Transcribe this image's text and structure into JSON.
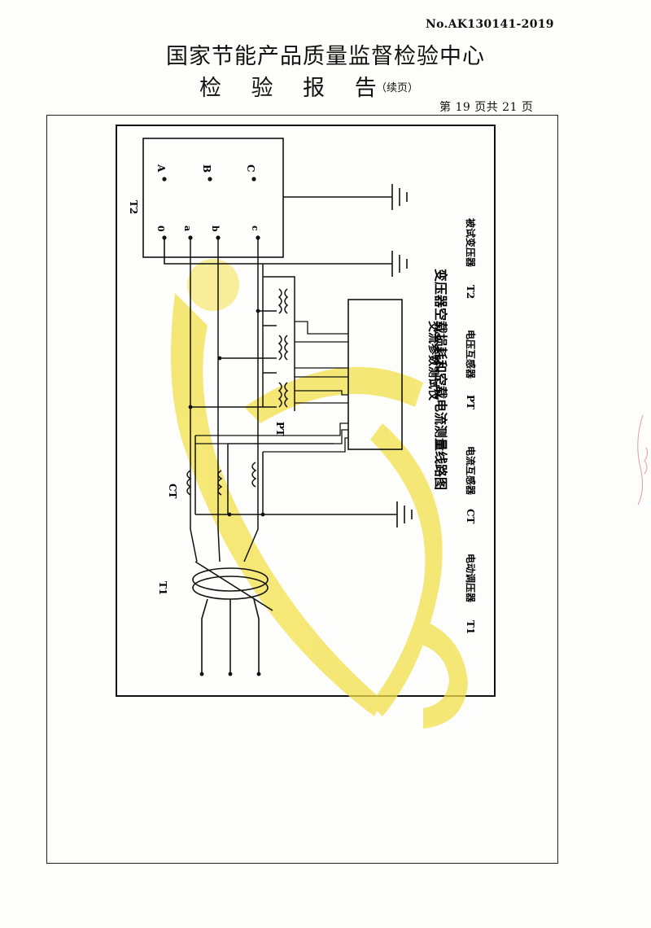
{
  "header": {
    "report_no": "No.AK130141-2019",
    "organization": "国家节能产品质量监督检验中心",
    "report_title": "检 验 报 告",
    "continued": "（续页）",
    "page_info": "第 19 页共 21 页"
  },
  "diagram": {
    "title": "变压器空载损耗和空载电流测量线路图",
    "instrument": "交流参数测试仪",
    "labels": {
      "t1": "T1",
      "t2": "T2",
      "ct": "CT",
      "pt": "PT",
      "hv_A": "A",
      "hv_B": "B",
      "hv_C": "C",
      "lv_0": "0",
      "lv_a": "a",
      "lv_b": "b",
      "lv_c": "c"
    },
    "legend": [
      {
        "code": "T1",
        "desc": "电动调压器"
      },
      {
        "code": "CT",
        "desc": "电流互感器"
      },
      {
        "code": "PT",
        "desc": "电压互感器"
      },
      {
        "code": "T2",
        "desc": "被试变压器"
      }
    ],
    "watermark_color": "#f3e04a"
  }
}
